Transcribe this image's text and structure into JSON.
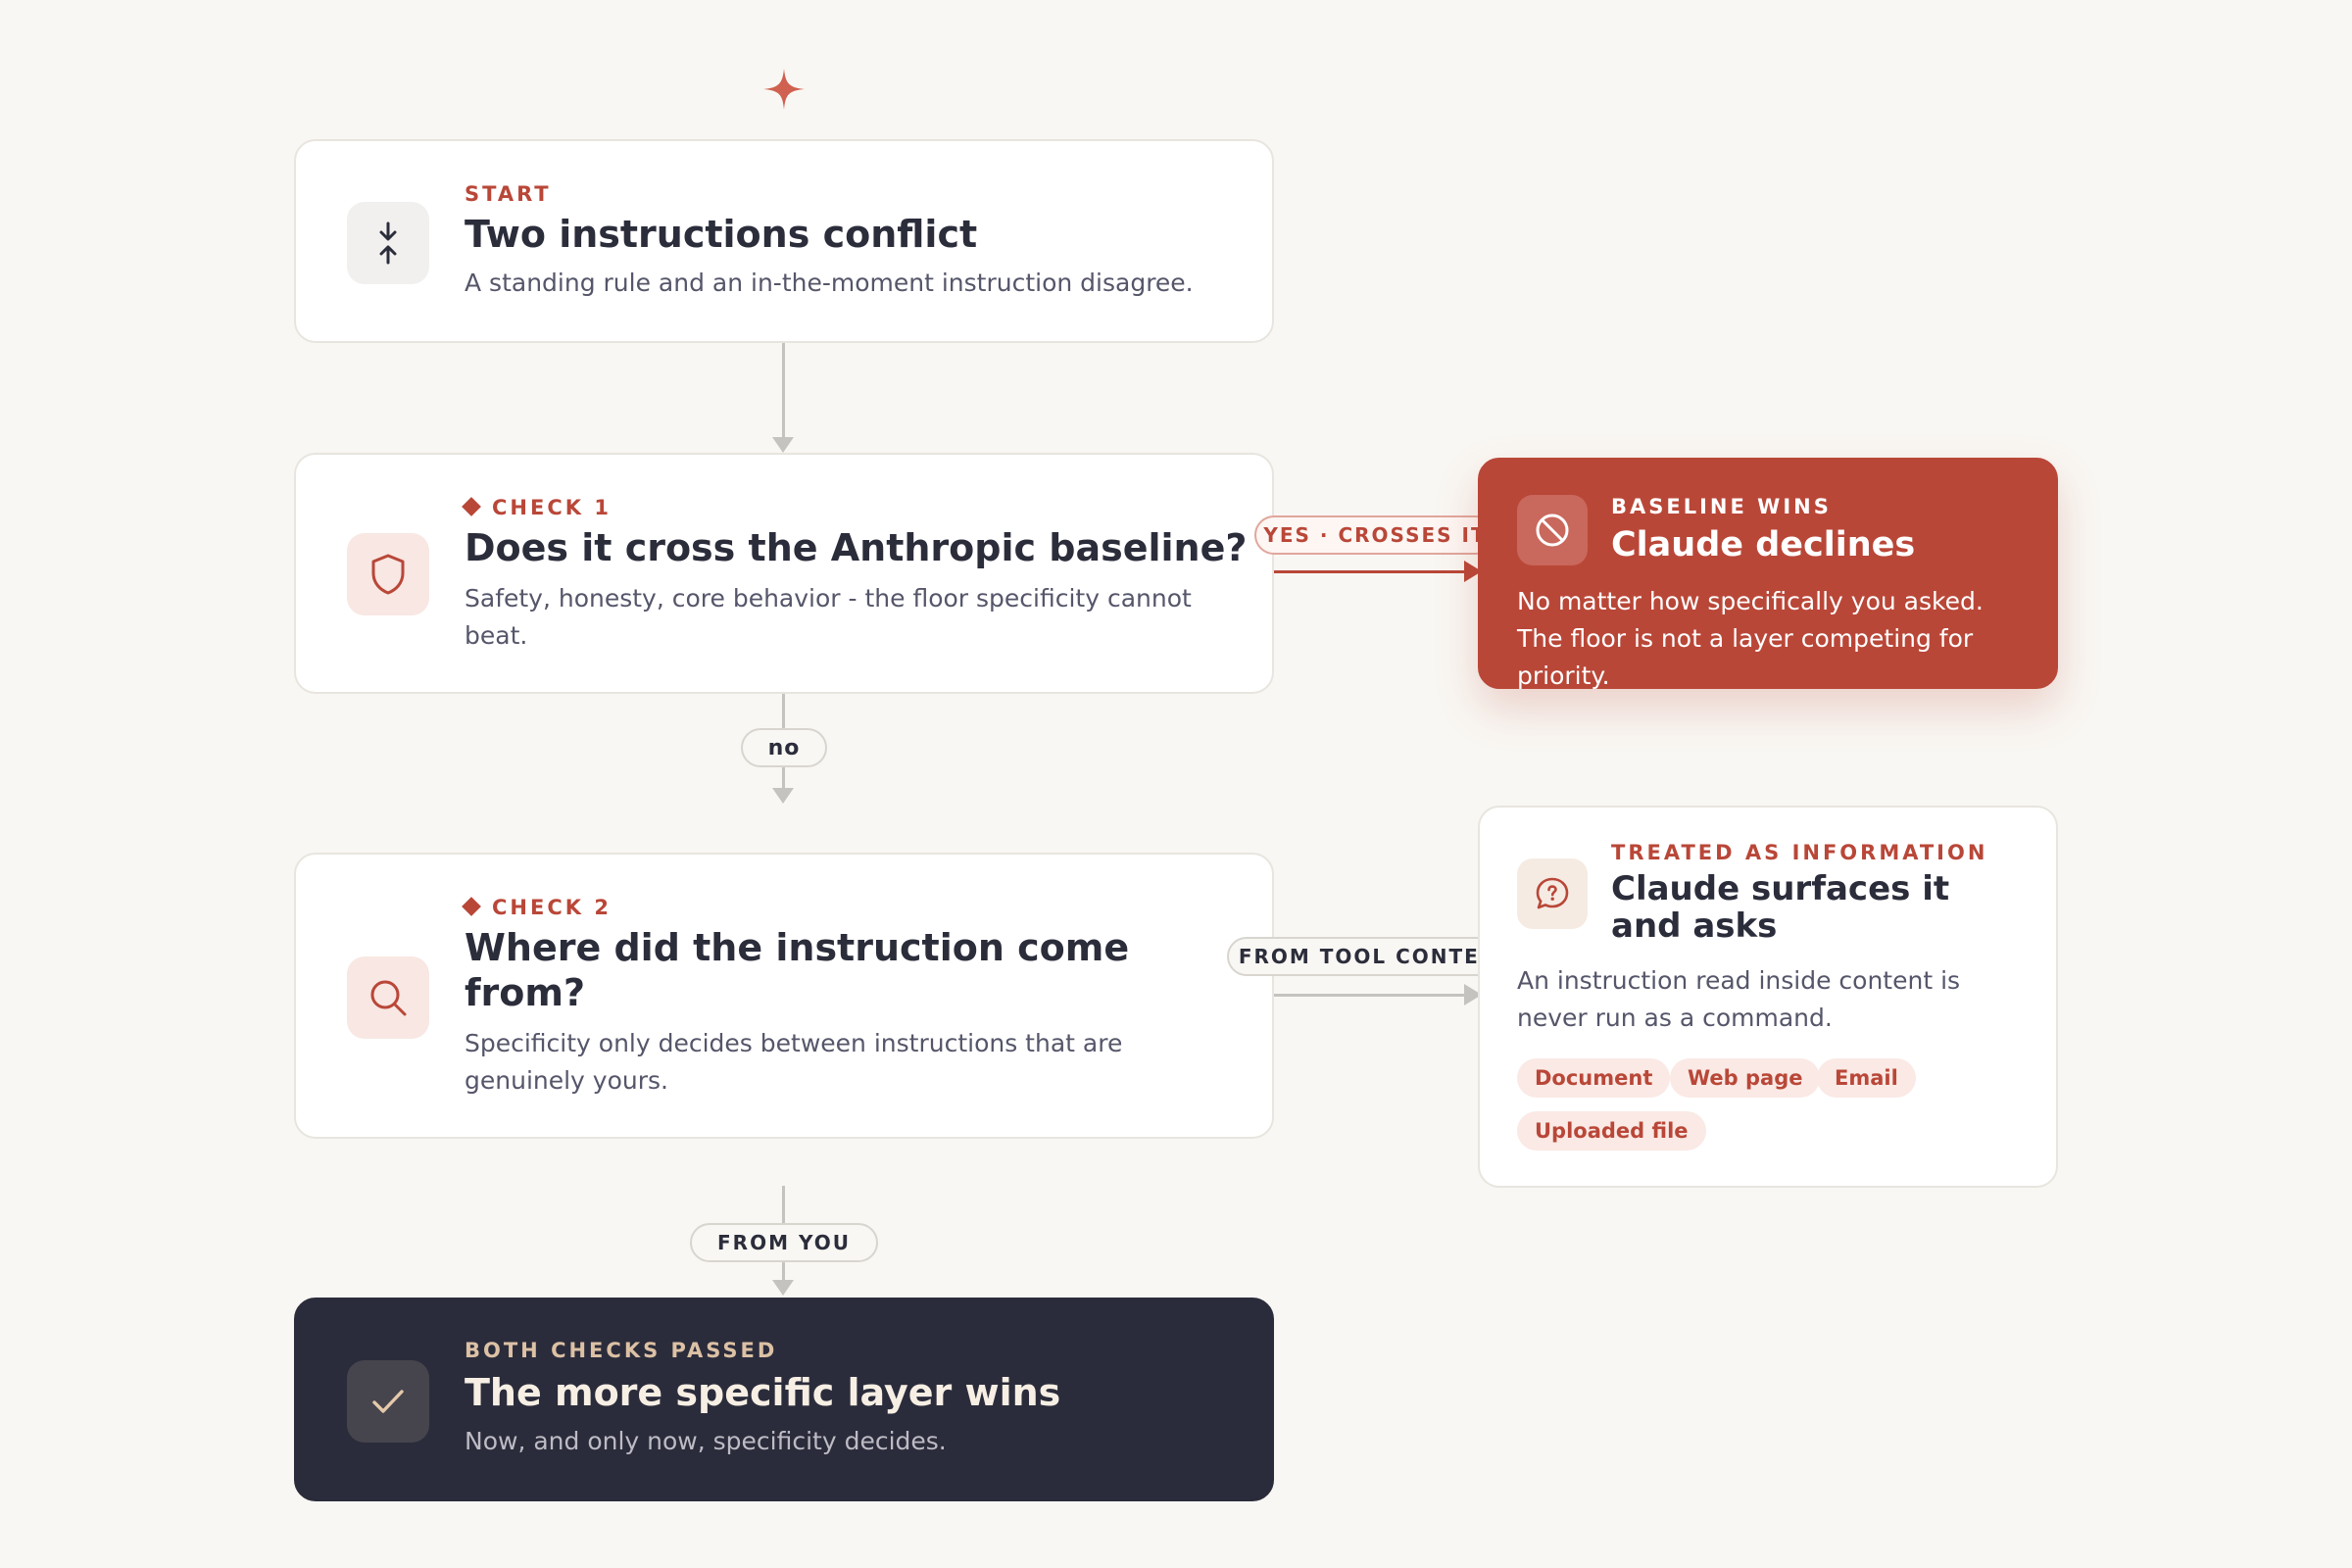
{
  "colors": {
    "accent": "#b94738",
    "dark": "#2b2c3b",
    "background": "#f9f7f3",
    "connector": "#c5c3c0"
  },
  "start": {
    "eyebrow": "START",
    "title": "Two instructions conflict",
    "desc": "A standing rule and an in-the-moment instruction disagree.",
    "icon": "compress-arrows-icon"
  },
  "check1": {
    "eyebrow": "CHECK 1",
    "title": "Does it cross the Anthropic baseline?",
    "desc": "Safety, honesty, core behavior - the floor specificity cannot beat.",
    "icon": "shield-icon"
  },
  "check2": {
    "eyebrow": "CHECK 2",
    "title": "Where did the instruction come from?",
    "desc": "Specificity only decides between instructions that are genuinely yours.",
    "icon": "search-icon"
  },
  "result": {
    "eyebrow": "BOTH CHECKS PASSED",
    "title": "The more specific layer wins",
    "desc": "Now, and only now, specificity decides.",
    "icon": "check-icon"
  },
  "declines": {
    "eyebrow": "BASELINE WINS",
    "title": "Claude declines",
    "desc": "No matter how specifically you asked. The floor is not a layer competing for priority.",
    "icon": "prohibited-icon"
  },
  "info": {
    "eyebrow": "TREATED AS INFORMATION",
    "title": "Claude surfaces it and asks",
    "desc": "An instruction read inside content is never run as a command.",
    "icon": "speech-question-icon",
    "tags": [
      "Document",
      "Web page",
      "Email",
      "Uploaded file"
    ]
  },
  "labels": {
    "yes": "YES · CROSSES IT",
    "no": "no",
    "tool": "FROM TOOL CONTENT",
    "you": "FROM YOU"
  }
}
